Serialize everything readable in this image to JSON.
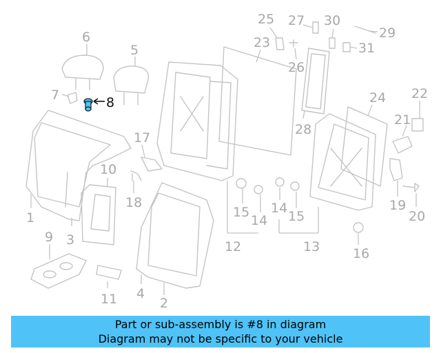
{
  "labels": {
    "l1": "1",
    "l2": "2",
    "l3": "3",
    "l4": "4",
    "l5": "5",
    "l6": "6",
    "l7": "7",
    "l8": "8",
    "l9": "9",
    "l10": "10",
    "l11": "11",
    "l12": "12",
    "l13": "13",
    "l14a": "14",
    "l14b": "14",
    "l15a": "15",
    "l15b": "15",
    "l16": "16",
    "l17": "17",
    "l18": "18",
    "l19": "19",
    "l20": "20",
    "l21": "21",
    "l22": "22",
    "l23": "23",
    "l24": "24",
    "l25": "25",
    "l26": "26",
    "l27": "27",
    "l28": "28",
    "l29": "29",
    "l30": "30",
    "l31": "31"
  },
  "highlighted_part": "8",
  "colors": {
    "highlight": "#4fc3f7",
    "line": "#c4c4c4",
    "label": "#a8a8a8"
  },
  "banner": {
    "line1": "Part or sub-assembly is #8 in diagram",
    "line2": "Diagram may not be specific to your vehicle"
  }
}
